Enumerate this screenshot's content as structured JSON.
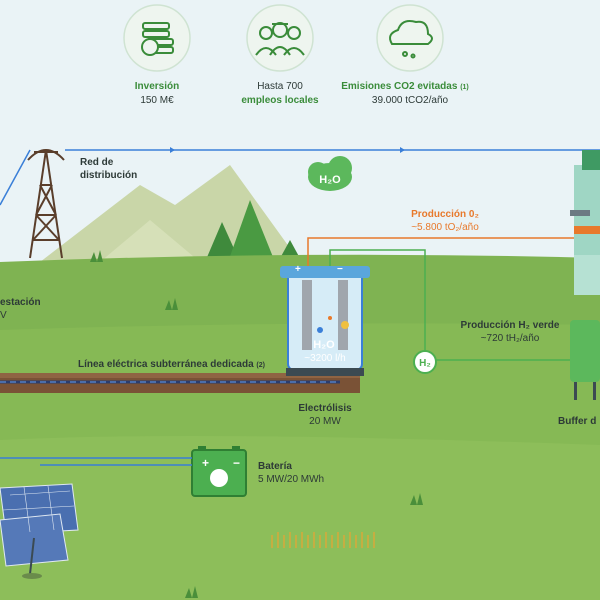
{
  "stats": {
    "investment": {
      "title": "Inversión",
      "value": "150 M€",
      "icon": "money-stack-icon"
    },
    "jobs": {
      "line1": "Hasta 700",
      "line2": "empleos locales",
      "icon": "workers-icon"
    },
    "emissions": {
      "title": "Emisiones CO2 evitadas",
      "note": "(1)",
      "value": "39.000 tCO2/año",
      "icon": "co2-cloud-icon"
    }
  },
  "labels": {
    "grid": {
      "line1": "Red de",
      "line2": "distribución"
    },
    "substation": {
      "line1": "estación",
      "line2": "V"
    },
    "cable": {
      "text": "Línea eléctrica subterránea dedicada",
      "note": "(2)"
    },
    "o2": {
      "title": "Producción 0₂",
      "value": "~5.800 tO₂/año"
    },
    "h2": {
      "title": "Producción H₂ verde",
      "value": "~720 tH₂/año"
    },
    "electrolysis": {
      "title": "Electrólisis",
      "value": "20 MW"
    },
    "water": {
      "formula": "H₂O",
      "rate": "~3200 l/h"
    },
    "battery": {
      "title": "Batería",
      "value": "5 MW/20 MWh",
      "plus": "+",
      "minus": "−"
    },
    "buffer": {
      "text": "Buffer d"
    },
    "h2_node": "H₂",
    "cloud": "H₂O",
    "cell_plus": "+",
    "cell_minus": "−"
  },
  "colors": {
    "accent_green": "#3a8c3a",
    "electric_blue": "#3a7fd8",
    "o2_orange": "#e8792b",
    "h2_green": "#4caf50",
    "sky": "#eaf3f6",
    "grass": "#7fb352"
  }
}
